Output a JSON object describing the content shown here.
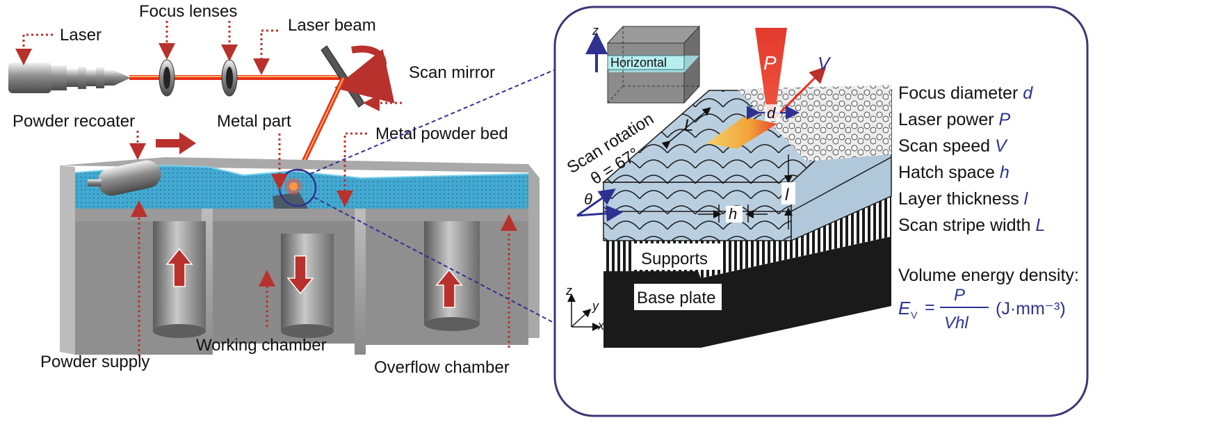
{
  "left_labels": {
    "laser": "Laser",
    "focus_lenses": "Focus lenses",
    "laser_beam": "Laser beam",
    "scan_mirror": "Scan mirror",
    "powder_recoater": "Powder recoater",
    "metal_part": "Metal part",
    "metal_powder_bed": "Metal powder bed",
    "powder_supply": "Powder supply",
    "working_chamber": "Working chamber",
    "overflow_chamber": "Overflow chamber"
  },
  "inset": {
    "axis_z_top": "z",
    "horizontal": "Horizontal",
    "power_symbol": "P",
    "speed_symbol": "V",
    "diameter_symbol": "d",
    "stripe_symbol": "L",
    "scan_rotation": "Scan rotation",
    "theta_value": "θ = 67°",
    "theta": "θ",
    "hatch_symbol": "h",
    "layer_symbol": "l",
    "supports": "Supports",
    "base_plate": "Base plate",
    "axes": {
      "x": "x",
      "y": "y",
      "z": "z"
    }
  },
  "parameters": [
    {
      "name": "Focus diameter",
      "symbol": "d"
    },
    {
      "name": "Laser power",
      "symbol": "P"
    },
    {
      "name": "Scan speed",
      "symbol": "V"
    },
    {
      "name": "Hatch space",
      "symbol": "h"
    },
    {
      "name": "Layer thickness",
      "symbol": "l"
    },
    {
      "name": "Scan stripe width",
      "symbol": "L"
    }
  ],
  "energy": {
    "title": "Volume energy density:",
    "lhs": "E",
    "lhs_sub": "V",
    "equals": "=",
    "numerator": "P",
    "denominator": "Vhl",
    "unit": "(J·mm⁻³)"
  },
  "colors": {
    "laser_red": "#e8311c",
    "arrow_red": "#b8312c",
    "powder_blue": "#3aa3c9",
    "accent_blue": "#2e3192",
    "frame": "#3d3577"
  }
}
